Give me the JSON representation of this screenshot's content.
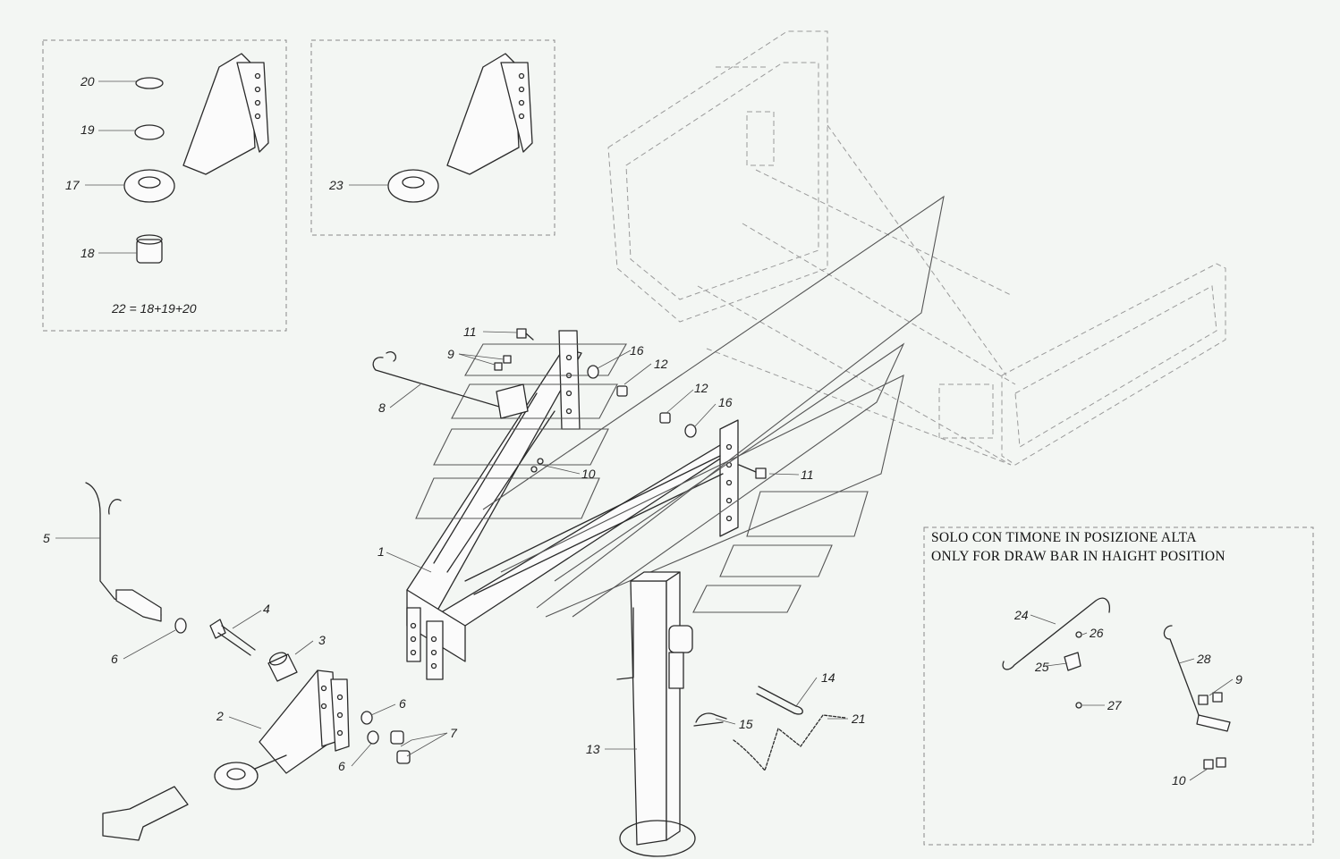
{
  "callouts": {
    "c1": "1",
    "c2": "2",
    "c3": "3",
    "c4": "4",
    "c5": "5",
    "c6a": "6",
    "c6b": "6",
    "c6c": "6",
    "c7": "7",
    "c8": "8",
    "c9a": "9",
    "c9b": "9",
    "c10a": "10",
    "c10b": "10",
    "c11a": "11",
    "c11b": "11",
    "c12a": "12",
    "c12b": "12",
    "c13": "13",
    "c14": "14",
    "c15": "15",
    "c16a": "16",
    "c16b": "16",
    "c17": "17",
    "c18": "18",
    "c19": "19",
    "c20": "20",
    "c21": "21",
    "c23": "23",
    "c24": "24",
    "c25": "25",
    "c26": "26",
    "c27": "27",
    "c28": "28"
  },
  "detail_box_1": {
    "formula": "22 = 18+19+20"
  },
  "detail_box_3": {
    "note_it": "SOLO CON TIMONE IN POSIZIONE ALTA",
    "note_en": "ONLY FOR DRAW BAR IN HAIGHT POSITION"
  },
  "icons": [
    "direction-arrow-icon"
  ]
}
